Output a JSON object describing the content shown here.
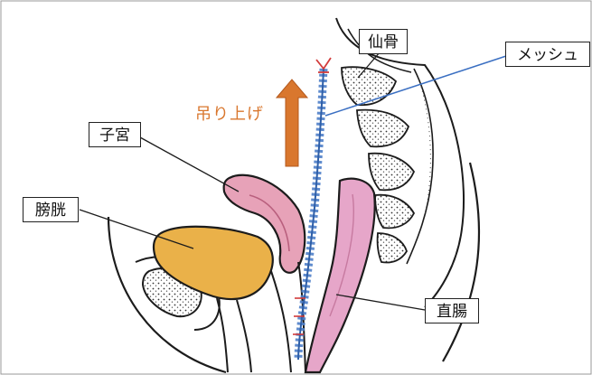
{
  "labels": {
    "sacrum": "仙骨",
    "mesh": "メッシュ",
    "lift": "吊り上げ",
    "uterus": "子宮",
    "bladder": "膀胱",
    "rectum": "直腸"
  },
  "colors": {
    "uterus": "#e7a2b8",
    "bladder": "#eab149",
    "rectum": "#e6a6c9",
    "mesh": "#4f7fc9",
    "arrow": "#d9772e",
    "lift_text": "#d9772e",
    "suture": "#d23b3b",
    "outline": "#1c1c1c"
  }
}
